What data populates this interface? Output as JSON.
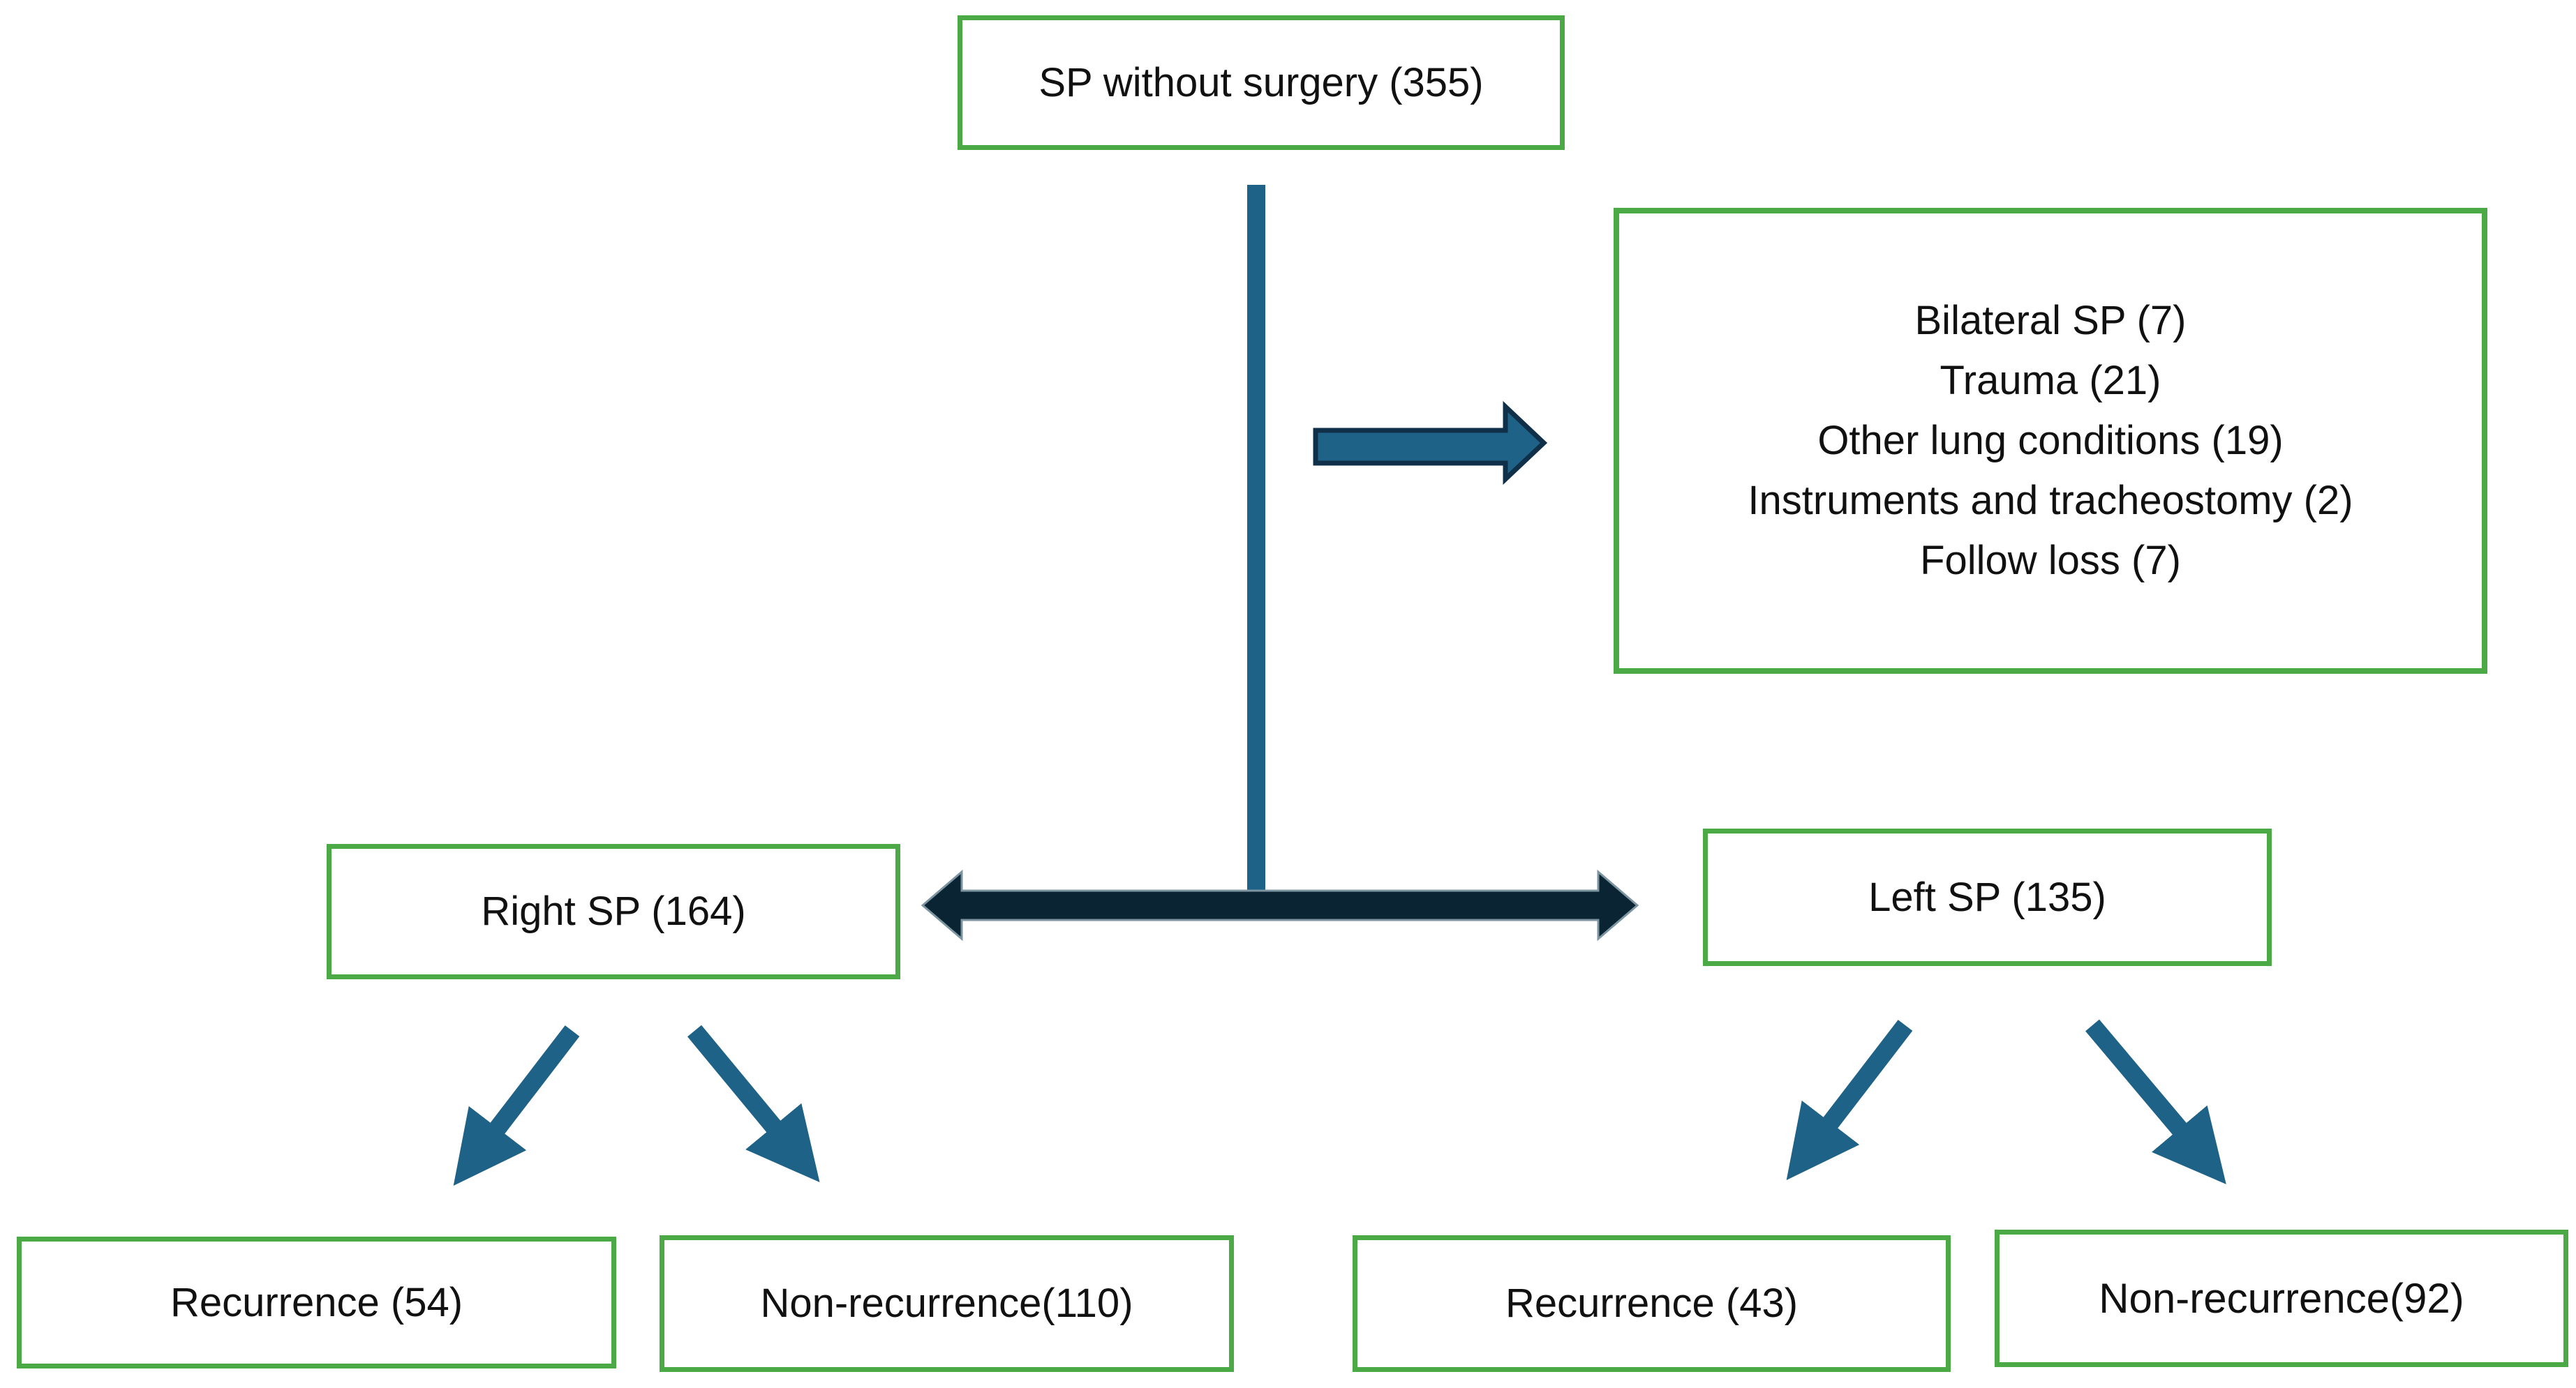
{
  "figure": {
    "type": "flowchart",
    "nodes": {
      "root": {
        "label": "SP without surgery (355)"
      },
      "exclusions": {
        "lines": [
          "Bilateral SP (7)",
          "Trauma (21)",
          "Other lung conditions (19)",
          "Instruments and tracheostomy (2)",
          "Follow loss (7)"
        ]
      },
      "right_sp": {
        "label": "Right SP (164)"
      },
      "left_sp": {
        "label": "Left SP (135)"
      },
      "outcomes": [
        {
          "label": "Recurrence (54)"
        },
        {
          "label": "Non-recurrence(110)"
        },
        {
          "label": "Recurrence (43)"
        },
        {
          "label": "Non-recurrence(92)"
        }
      ]
    },
    "connectors": [
      "vertical-line-from-root",
      "right-arrow-to-exclusions",
      "bidirectional-arrow-right-sp-left-sp",
      "arrow-right-sp-to-recurrence-54",
      "arrow-right-sp-to-non-recurrence-110",
      "arrow-left-sp-to-recurrence-43",
      "arrow-left-sp-to-non-recurrence-92"
    ]
  },
  "colors": {
    "box_border": "#4CAA46",
    "arrow_teal": "#1F6287",
    "arrow_teal_outline": "#10304A",
    "arrow_dark": "#0A2433",
    "arrow_dark_edge": "#7D95A1",
    "text": "#111111",
    "background": "#FFFFFF"
  }
}
